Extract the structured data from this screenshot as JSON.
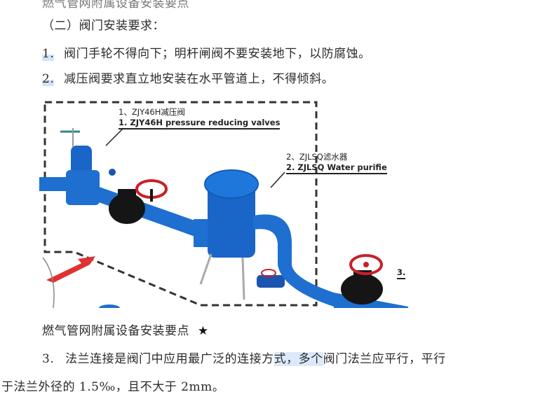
{
  "document": {
    "cutoff_line": "燃气管网附属设备安装要点",
    "section_heading": "（二）阀门安装要求：",
    "items": [
      {
        "num": "1.",
        "text": "阀门手轮不得向下；明杆闸阀不要安装地下，以防腐蚀。"
      },
      {
        "num": "2.",
        "text": "减压阀要求直立地安装在水平管道上，不得倾斜。"
      }
    ],
    "figure": {
      "label1_cn": "1、ZJY46H减压阀",
      "label1_en": "1. ZJY46H pressure reducing valves",
      "label2_cn": "2、ZJLSQ滤水器",
      "label2_en": "2. ZJLSQ Water purifie",
      "label3": "3.",
      "colors": {
        "pipe": "#1e6fd0",
        "valve_body": "#141414",
        "handwheel": "#c8202a",
        "dash": "#333333"
      }
    },
    "subheading": "燃气管网附属设备安装要点",
    "subheading_icon": "★",
    "para3_num": "3.",
    "para3_part1": "法兰连接是阀门中应用最广泛的连接方",
    "para3_highlight": "式，多个",
    "para3_part2": "阀门法兰应平行，平行",
    "para3_line2": "于法兰外径的 1.5‰，且不大于 2mm。"
  }
}
